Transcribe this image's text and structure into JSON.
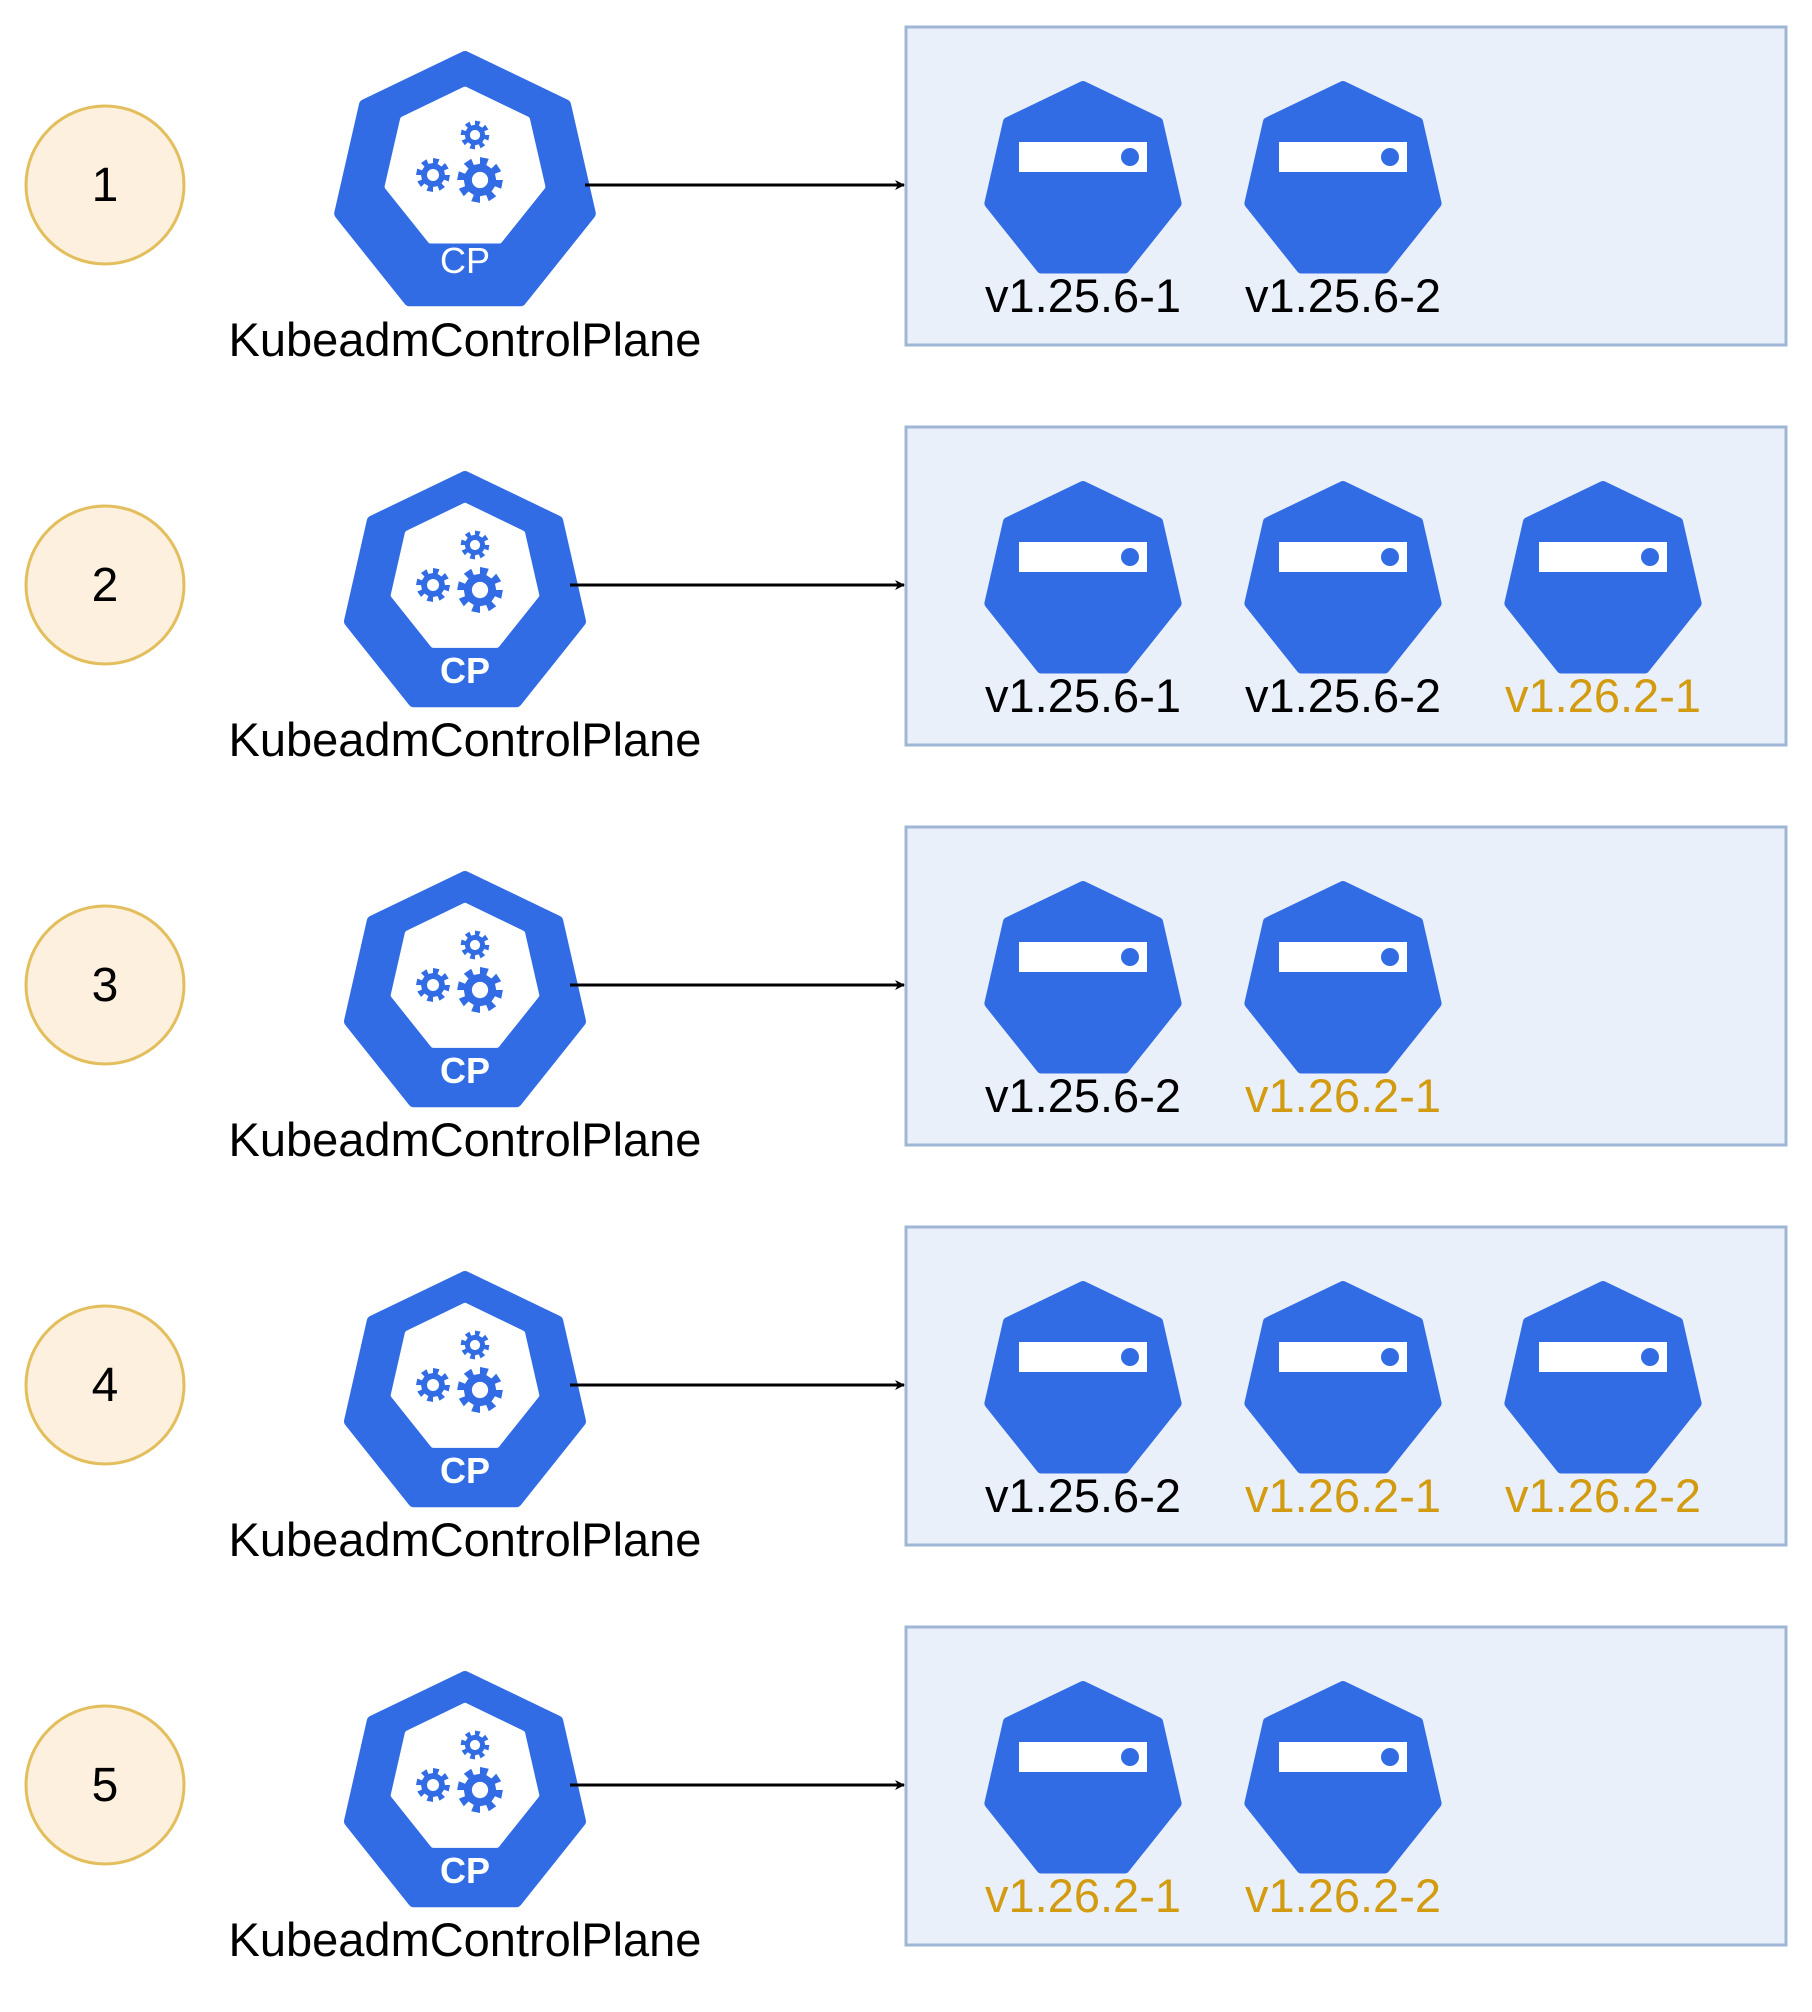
{
  "colors": {
    "k8s_blue": "#326ce5",
    "box_fill": "#e9f0fa",
    "box_stroke": "#9fb6d6",
    "circle_fill": "#fdf0de",
    "circle_stroke": "#e3be5c",
    "old_version_text": "#000000",
    "new_version_text": "#d39b0f",
    "arrow": "#000000"
  },
  "icons": {
    "control_plane": "kubernetes-control-plane-icon",
    "node": "kubernetes-node-icon"
  },
  "steps": [
    {
      "number": "1",
      "control_plane": {
        "label": "KubeadmControlPlane",
        "badge": "CP",
        "badge_bold": false
      },
      "machines": [
        {
          "version": "v1.25.6-1",
          "status": "old"
        },
        {
          "version": "v1.25.6-2",
          "status": "old"
        }
      ]
    },
    {
      "number": "2",
      "control_plane": {
        "label": "KubeadmControlPlane",
        "badge": "CP",
        "badge_bold": true
      },
      "machines": [
        {
          "version": "v1.25.6-1",
          "status": "old"
        },
        {
          "version": "v1.25.6-2",
          "status": "old"
        },
        {
          "version": "v1.26.2-1",
          "status": "new"
        }
      ]
    },
    {
      "number": "3",
      "control_plane": {
        "label": "KubeadmControlPlane",
        "badge": "CP",
        "badge_bold": true
      },
      "machines": [
        {
          "version": "v1.25.6-2",
          "status": "old"
        },
        {
          "version": "v1.26.2-1",
          "status": "new"
        }
      ]
    },
    {
      "number": "4",
      "control_plane": {
        "label": "KubeadmControlPlane",
        "badge": "CP",
        "badge_bold": true
      },
      "machines": [
        {
          "version": "v1.25.6-2",
          "status": "old"
        },
        {
          "version": "v1.26.2-1",
          "status": "new"
        },
        {
          "version": "v1.26.2-2",
          "status": "new"
        }
      ]
    },
    {
      "number": "5",
      "control_plane": {
        "label": "KubeadmControlPlane",
        "badge": "CP",
        "badge_bold": true
      },
      "machines": [
        {
          "version": "v1.26.2-1",
          "status": "new"
        },
        {
          "version": "v1.26.2-2",
          "status": "new"
        }
      ]
    }
  ]
}
